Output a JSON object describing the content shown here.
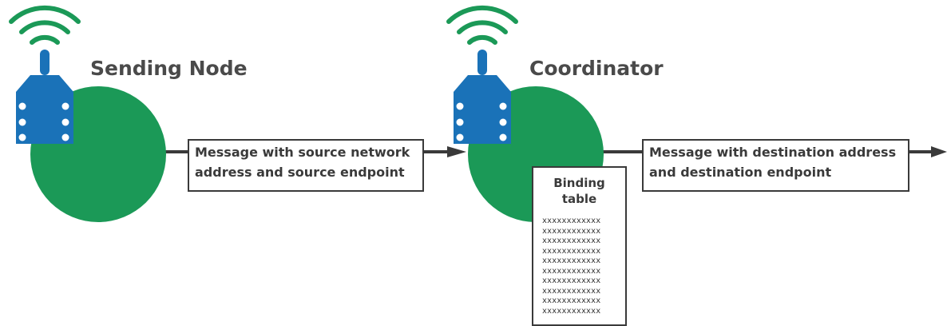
{
  "colors": {
    "node_circle": "#1b9957",
    "radio_body": "#1a72b8",
    "wifi": "#1b9957",
    "line": "#3a3a3a"
  },
  "nodes": [
    {
      "title": "Sending Node",
      "icon": "wifi-icon"
    },
    {
      "title": "Coordinator",
      "icon": "wifi-icon"
    }
  ],
  "messages": [
    {
      "line1": "Message with source network",
      "line2": "address and source endpoint"
    },
    {
      "line1": "Message with destination address",
      "line2": "and destination endpoint"
    }
  ],
  "binding_table": {
    "title_line1": "Binding",
    "title_line2": "table",
    "entries": [
      "xxxxxxxxxxxx",
      "xxxxxxxxxxxx",
      "xxxxxxxxxxxx",
      "xxxxxxxxxxxx",
      "xxxxxxxxxxxx",
      "xxxxxxxxxxxx",
      "xxxxxxxxxxxx",
      "xxxxxxxxxxxx",
      "xxxxxxxxxxxx",
      "xxxxxxxxxxxx"
    ]
  }
}
